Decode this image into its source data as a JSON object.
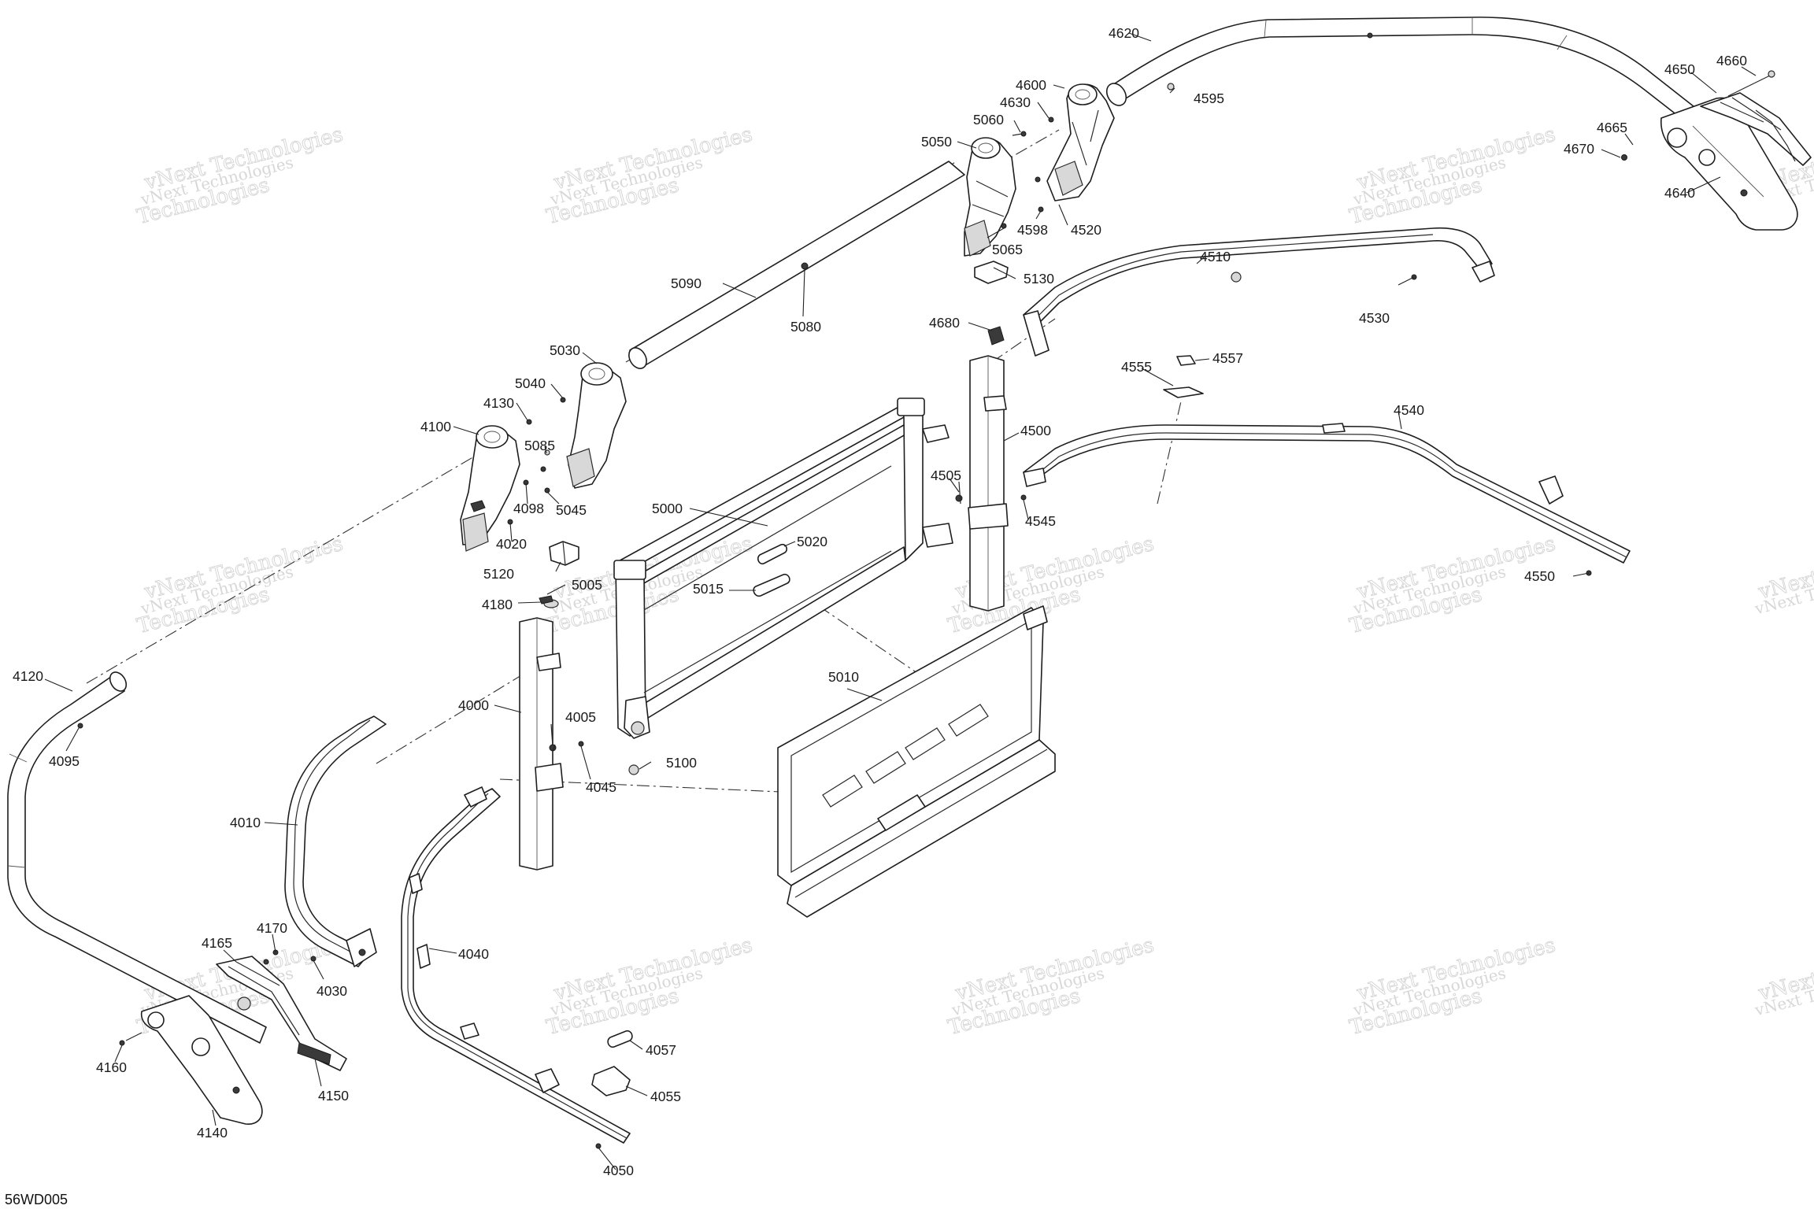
{
  "diagram_code": "56WD005",
  "watermark": {
    "line1": "vNext Technologies",
    "line2": "Technologies"
  },
  "parts": {
    "p4620": "4620",
    "p4595": "4595",
    "p4600": "4600",
    "p4630": "4630",
    "p5060": "5060",
    "p5050": "5050",
    "p4598": "4598",
    "p4520": "4520",
    "p5065": "5065",
    "p4650": "4650",
    "p4660": "4660",
    "p4665": "4665",
    "p4670": "4670",
    "p4640": "4640",
    "p5090": "5090",
    "p5080": "5080",
    "p5130": "5130",
    "p4680": "4680",
    "p4510": "4510",
    "p4530": "4530",
    "p5030": "5030",
    "p5040": "5040",
    "p4130": "4130",
    "p4100": "4100",
    "p5085": "5085",
    "p4098": "4098",
    "p5045": "5045",
    "p4020": "4020",
    "p4555": "4555",
    "p4557": "4557",
    "p4540": "4540",
    "p4500": "4500",
    "p4505": "4505",
    "p4545": "4545",
    "p5000": "5000",
    "p5020": "5020",
    "p5120": "5120",
    "p5005": "5005",
    "p5015": "5015",
    "p4180": "4180",
    "p4550": "4550",
    "p4120": "4120",
    "p4095": "4095",
    "p4000": "4000",
    "p5010": "5010",
    "p4005": "4005",
    "p5100": "5100",
    "p4045": "4045",
    "p4010": "4010",
    "p4170": "4170",
    "p4165": "4165",
    "p4030": "4030",
    "p4040": "4040",
    "p4160": "4160",
    "p4150": "4150",
    "p4140": "4140",
    "p4057": "4057",
    "p4055": "4055",
    "p4050": "4050"
  }
}
